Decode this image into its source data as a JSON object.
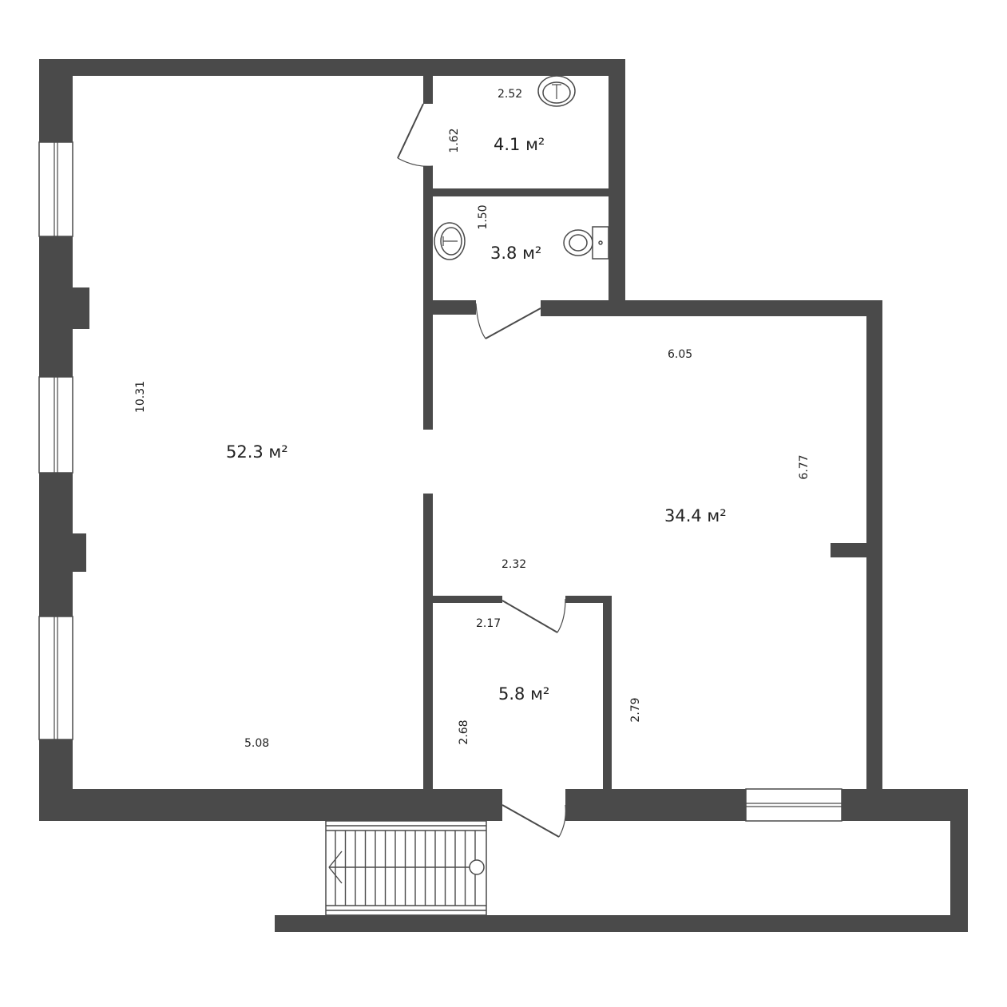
{
  "rooms": {
    "main": {
      "area": "52.3 м²",
      "dim_vertical": "10.31",
      "dim_horizontal": "5.08"
    },
    "bathroom_top": {
      "area": "4.1 м²",
      "dim_horizontal": "2.52",
      "dim_vertical": "1.62"
    },
    "bathroom_middle": {
      "area": "3.8 м²",
      "dim_vertical": "1.50"
    },
    "right_room": {
      "area": "34.4 м²",
      "dim_horizontal": "6.05",
      "dim_vertical": "6.77",
      "dim_inner": "2.32"
    },
    "small_room": {
      "area": "5.8 м²",
      "dim_horizontal": "2.17",
      "dim_vertical_left": "2.68",
      "dim_vertical_right": "2.79"
    }
  },
  "colors": {
    "wall": "#4a4a4a",
    "background": "#ffffff"
  }
}
